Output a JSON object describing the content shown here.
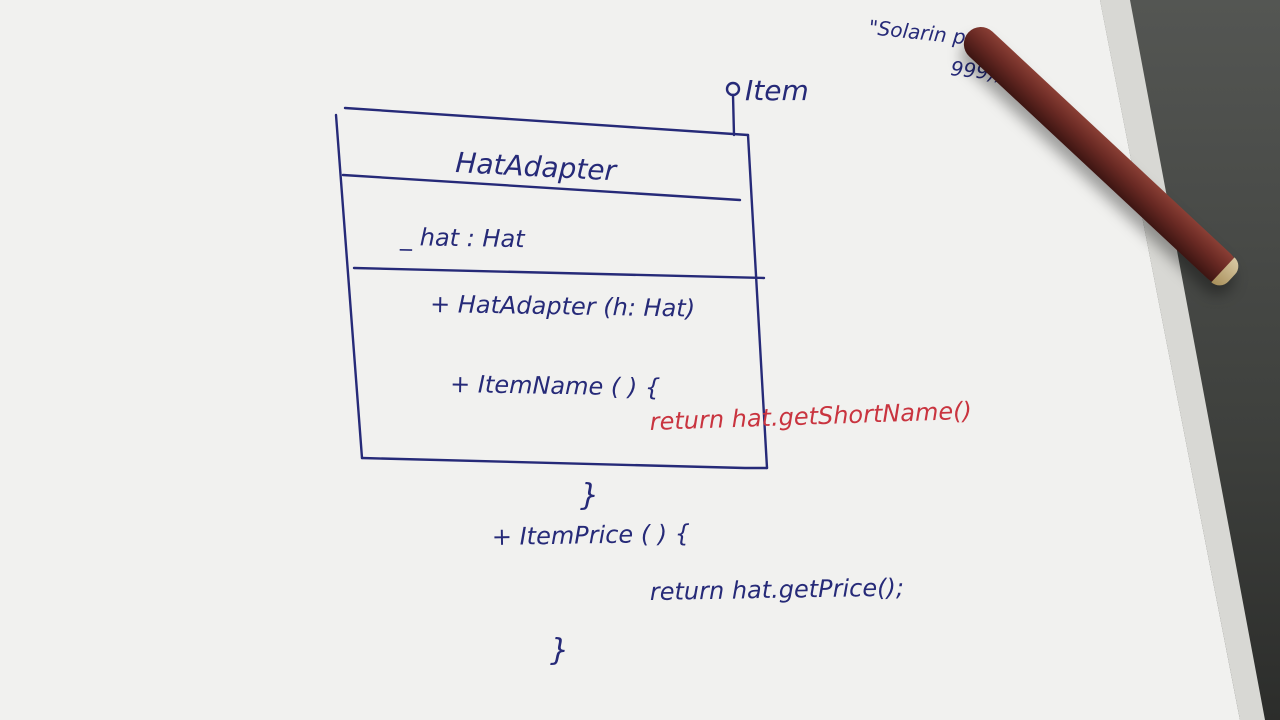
{
  "diagram": {
    "interface_label": "Item",
    "class_name": "HatAdapter",
    "attribute": "_ hat : Hat",
    "methods": {
      "constructor": "+ HatAdapter (h: Hat)",
      "item_name": "+ ItemName ( ) {",
      "item_name_body": "return hat.getShortName()",
      "close_brace_1": "}",
      "item_price": "+ ItemPrice ( ) {",
      "item_price_body": "return hat.getPrice();",
      "close_brace_2": "}"
    },
    "corner_note_1": "\"Solarin p",
    "corner_note_2": "999))"
  },
  "colors": {
    "ink_blue": "#262a78",
    "ink_red": "#c9343f",
    "pen_body": "#6a2a24"
  }
}
